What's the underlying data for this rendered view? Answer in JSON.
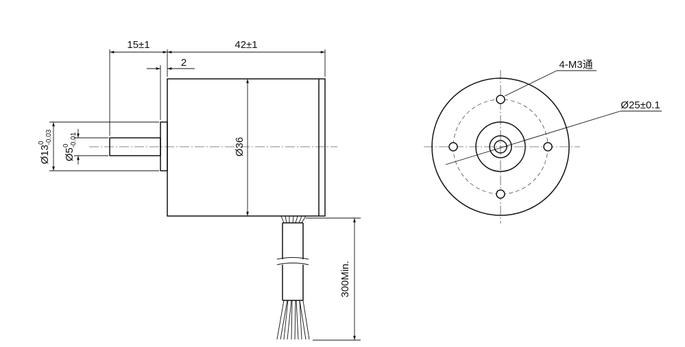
{
  "side_view": {
    "dim_shaft_length": "15±1",
    "dim_body_length": "42±1",
    "dim_flange": "2",
    "dim_body_dia": "Ø36",
    "dim_boss_dia_main": "Ø13",
    "dim_boss_tol_upper": "0",
    "dim_boss_tol_lower": "-0.03",
    "dim_shaft_dia_main": "Ø5",
    "dim_shaft_tol_upper": "0",
    "dim_shaft_tol_lower": "-0.01",
    "dim_cable_length": "300Min."
  },
  "front_view": {
    "label_holes": "4-M3通",
    "label_pcd": "Ø25±0.1"
  }
}
